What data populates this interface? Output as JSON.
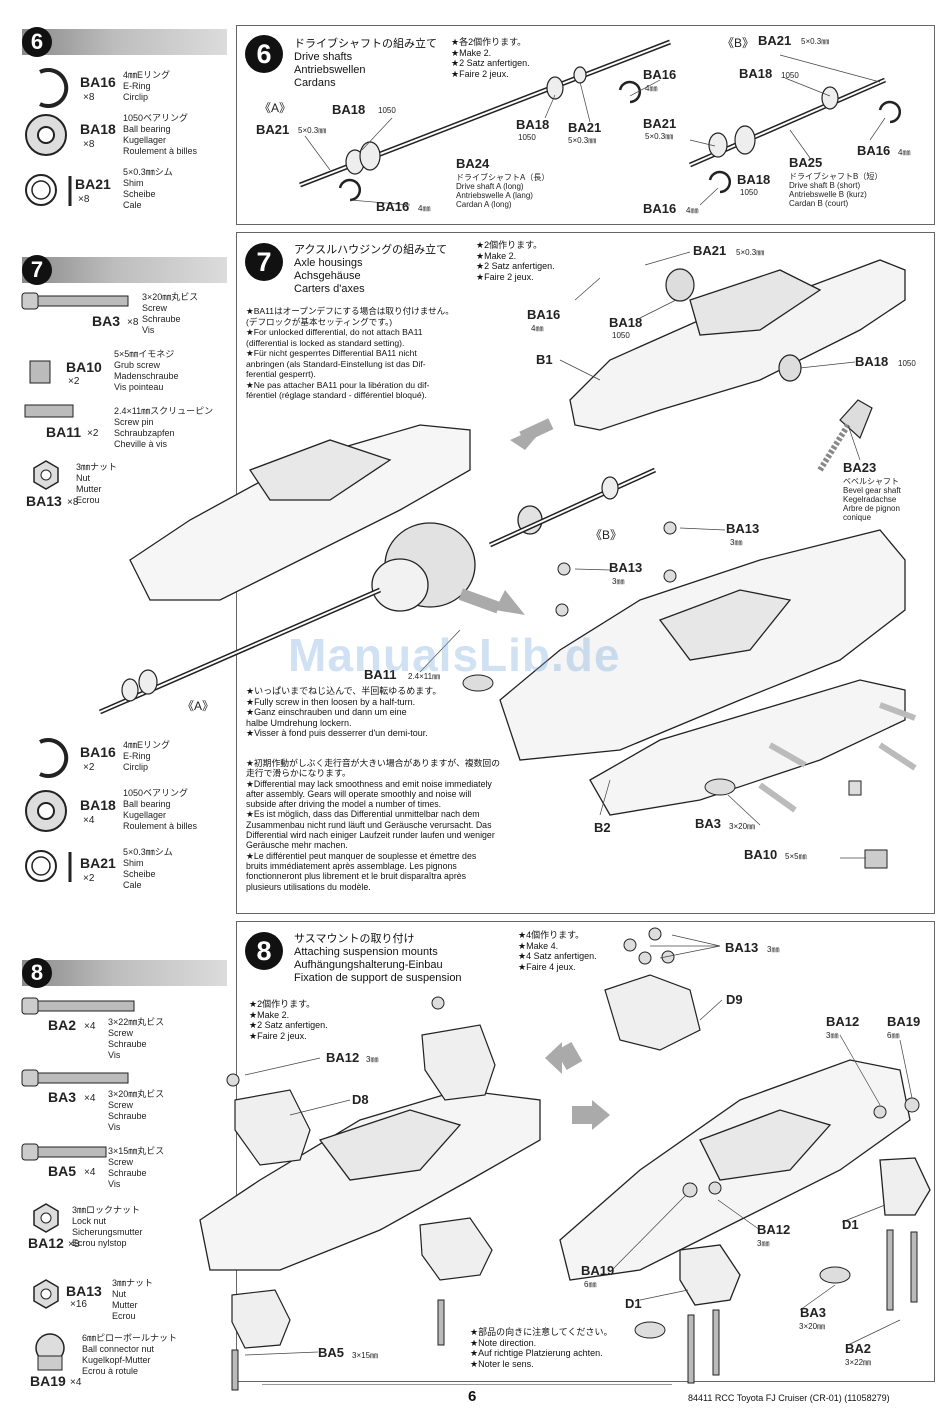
{
  "left_column": {
    "step6": {
      "number": "6",
      "parts": [
        {
          "code": "BA16",
          "qty": "×8",
          "desc": "4㎜Eリング\nE-Ring\nCirclip"
        },
        {
          "code": "BA18",
          "qty": "×8",
          "desc": "1050ベアリング\nBall bearing\nKugellager\nRoulement à billes"
        },
        {
          "code": "BA21",
          "qty": "×8",
          "desc": "5×0.3㎜シム\nShim\nScheibe\nCale"
        }
      ]
    },
    "step7": {
      "number": "7",
      "parts": [
        {
          "code": "BA3",
          "qty": "×8",
          "desc": "3×20㎜丸ビス\nScrew\nSchraube\nVis"
        },
        {
          "code": "BA10",
          "qty": "×2",
          "desc": "5×5㎜イモネジ\nGrub screw\nMadenschraube\nVis pointeau"
        },
        {
          "code": "BA11",
          "qty": "×2",
          "desc": "2.4×11㎜スクリューピン\nScrew pin\nSchraubzapfen\nCheville à vis"
        },
        {
          "code": "BA13",
          "qty": "×8",
          "desc": "3㎜ナット\nNut\nMutter\nEcrou"
        },
        {
          "code": "BA16",
          "qty": "×2",
          "desc": "4㎜Eリング\nE-Ring\nCirclip"
        },
        {
          "code": "BA18",
          "qty": "×4",
          "desc": "1050ベアリング\nBall bearing\nKugellager\nRoulement à billes"
        },
        {
          "code": "BA21",
          "qty": "×2",
          "desc": "5×0.3㎜シム\nShim\nScheibe\nCale"
        }
      ]
    },
    "step8": {
      "number": "8",
      "parts": [
        {
          "code": "BA2",
          "qty": "×4",
          "desc": "3×22㎜丸ビス\nScrew\nSchraube\nVis"
        },
        {
          "code": "BA3",
          "qty": "×4",
          "desc": "3×20㎜丸ビス\nScrew\nSchraube\nVis"
        },
        {
          "code": "BA5",
          "qty": "×4",
          "desc": "3×15㎜丸ビス\nScrew\nSchraube\nVis"
        },
        {
          "code": "BA12",
          "qty": "×8",
          "desc": "3㎜ロックナット\nLock nut\nSicherungsmutter\nEcrou nylstop"
        },
        {
          "code": "BA13",
          "qty": "×16",
          "desc": "3㎜ナット\nNut\nMutter\nEcrou"
        },
        {
          "code": "BA19",
          "qty": "×4",
          "desc": "6㎜ピローボールナット\nBall connector nut\nKugelkopf-Mutter\nEcrou à rotule"
        }
      ]
    }
  },
  "panel6": {
    "number": "6",
    "title": "ドライブシャフトの組み立て\nDrive shafts\nAntriebswellen\nCardans",
    "note": "★各2個作ります。\n★Make 2.\n★2 Satz anfertigen.\n★Faire 2 jeux.",
    "variant_a": "《A》",
    "variant_b": "《B》",
    "labels": {
      "ba18_a": "BA18",
      "ba18_a_sub": "1050",
      "ba21_a": "BA21",
      "ba21_a_sub": "5×0.3㎜",
      "ba16_a": "BA16",
      "ba16_a_sub": "4㎜",
      "ba18_mid": "BA18",
      "ba18_mid_sub": "1050",
      "ba21_mid": "BA21",
      "ba21_mid_sub": "5×0.3㎜",
      "ba24": "BA24",
      "ba24_sub": "ドライブシャフトA（長）\nDrive shaft A (long)\nAntriebswelle A (lang)\nCardan A (long)",
      "ba16_r": "BA16",
      "ba16_r_sub": "4㎜",
      "ba21_r": "BA21",
      "ba21_r_sub": "5×0.3㎜",
      "ba16_r2": "BA16",
      "ba16_r2_sub": "4㎜",
      "ba18_r": "BA18",
      "ba18_r_sub": "1050",
      "ba21_b": "BA21",
      "ba21_b_sub": "5×0.3㎜",
      "ba18_b": "BA18",
      "ba18_b_sub": "1050",
      "ba16_b": "BA16",
      "ba16_b_sub": "4㎜",
      "ba25": "BA25",
      "ba25_sub": "ドライブシャフトB（短）\nDrive shaft B (short)\nAntriebswelle B (kurz)\nCardan B (court)"
    }
  },
  "panel7": {
    "number": "7",
    "title": "アクスルハウジングの組み立て\nAxle housings\nAchsgehäuse\nCarters d'axes",
    "note_make": "★2個作ります。\n★Make 2.\n★2 Satz anfertigen.\n★Faire 2 jeux.",
    "note_diff": "★BA11はオープンデフにする場合は取り付けません。\n(デフロックが基本セッティングです。)\n★For unlocked differential, do not attach BA11\n(differential is locked as standard setting).\n★Für nicht gesperrtes Differential BA11 nicht\nanbringen (als Standard-Einstellung ist das Dif-\nferential gesperrt).\n★Ne pas attacher BA11 pour la libération du dif-\nférentiel (réglage standard - différentiel bloqué).",
    "note_screw": "★いっぱいまでねじ込んで、半回転ゆるめます。\n★Fully screw in then loosen by a half-turn.\n★Ganz einschrauben und dann um eine\nhalbe Umdrehung lockern.\n★Visser à fond puis desserrer d'un demi-tour.",
    "note_noise": "★初期作動がしぶく走行音が大きい場合がありますが、複数回の\n走行で滑らかになります。\n★Differential may lack smoothness and emit noise immediately\nafter assembly. Gears will operate smoothly and noise will\nsubside after driving the model a number of times.\n★Es ist möglich, dass das Differential unmittelbar nach dem\nZusammenbau nicht rund läuft und Geräusche verursacht. Das\nDifferential wird nach einiger Laufzeit runder laufen und weniger\nGeräusche mehr machen.\n★Le différentiel peut manquer de souplesse et émettre des\nbruits immédiatement après assemblage. Les pignons\nfonctionneront plus librement et le bruit disparaîtra après\nplusieurs utilisations du modèle.",
    "variant_a": "《A》",
    "variant_b": "《B》",
    "labels": {
      "ba21": "BA21",
      "ba21_sub": "5×0.3㎜",
      "ba16": "BA16",
      "ba16_sub": "4㎜",
      "ba18": "BA18",
      "ba18_sub": "1050",
      "b1": "B1",
      "ba18_r": "BA18",
      "ba18_r_sub": "1050",
      "ba23": "BA23",
      "ba23_sub": "ベベルシャフト\nBevel gear shaft\nKegelradachse\nArbre de pignon\nconique",
      "ba13_a": "BA13",
      "ba13_a_sub": "3㎜",
      "ba13_b": "BA13",
      "ba13_b_sub": "3㎜",
      "ba11": "BA11",
      "ba11_sub": "2.4×11㎜",
      "b2": "B2",
      "ba3": "BA3",
      "ba3_sub": "3×20㎜",
      "ba10": "BA10",
      "ba10_sub": "5×5㎜"
    }
  },
  "panel8": {
    "number": "8",
    "title": "サスマウントの取り付け\nAttaching suspension mounts\nAufhängungshalterung-Einbau\nFixation de support de suspension",
    "note_make2": "★2個作ります。\n★Make 2.\n★2 Satz anfertigen.\n★Faire 2 jeux.",
    "note_make4": "★4個作ります。\n★Make 4.\n★4 Satz anfertigen.\n★Faire 4 jeux.",
    "note_direction": "★部品の向きに注意してください。\n★Note direction.\n★Auf richtige Platzierung achten.\n★Noter le sens.",
    "labels": {
      "ba13": "BA13",
      "ba13_sub": "3㎜",
      "d9": "D9",
      "ba12_l": "BA12",
      "ba12_l_sub": "3㎜",
      "d8": "D8",
      "ba12_r": "BA12",
      "ba12_r_sub": "3㎜",
      "ba19_r": "BA19",
      "ba19_r_sub": "6㎜",
      "d1_r": "D1",
      "ba12_m": "BA12",
      "ba12_m_sub": "3㎜",
      "ba19_m": "BA19",
      "ba19_m_sub": "6㎜",
      "d1_m": "D1",
      "ba3": "BA3",
      "ba3_sub": "3×20㎜",
      "ba2": "BA2",
      "ba2_sub": "3×22㎜",
      "ba5": "BA5",
      "ba5_sub": "3×15㎜"
    }
  },
  "watermark": "ManualsLib.de",
  "footer": {
    "page": "6",
    "code": "84411 RCC Toyota FJ Cruiser (CR-01) (11058279)"
  },
  "colors": {
    "bar_dark": "#8a8a8a",
    "bar_light": "#dcdcdc",
    "ink": "#111111",
    "watermark": "#78aadc"
  }
}
